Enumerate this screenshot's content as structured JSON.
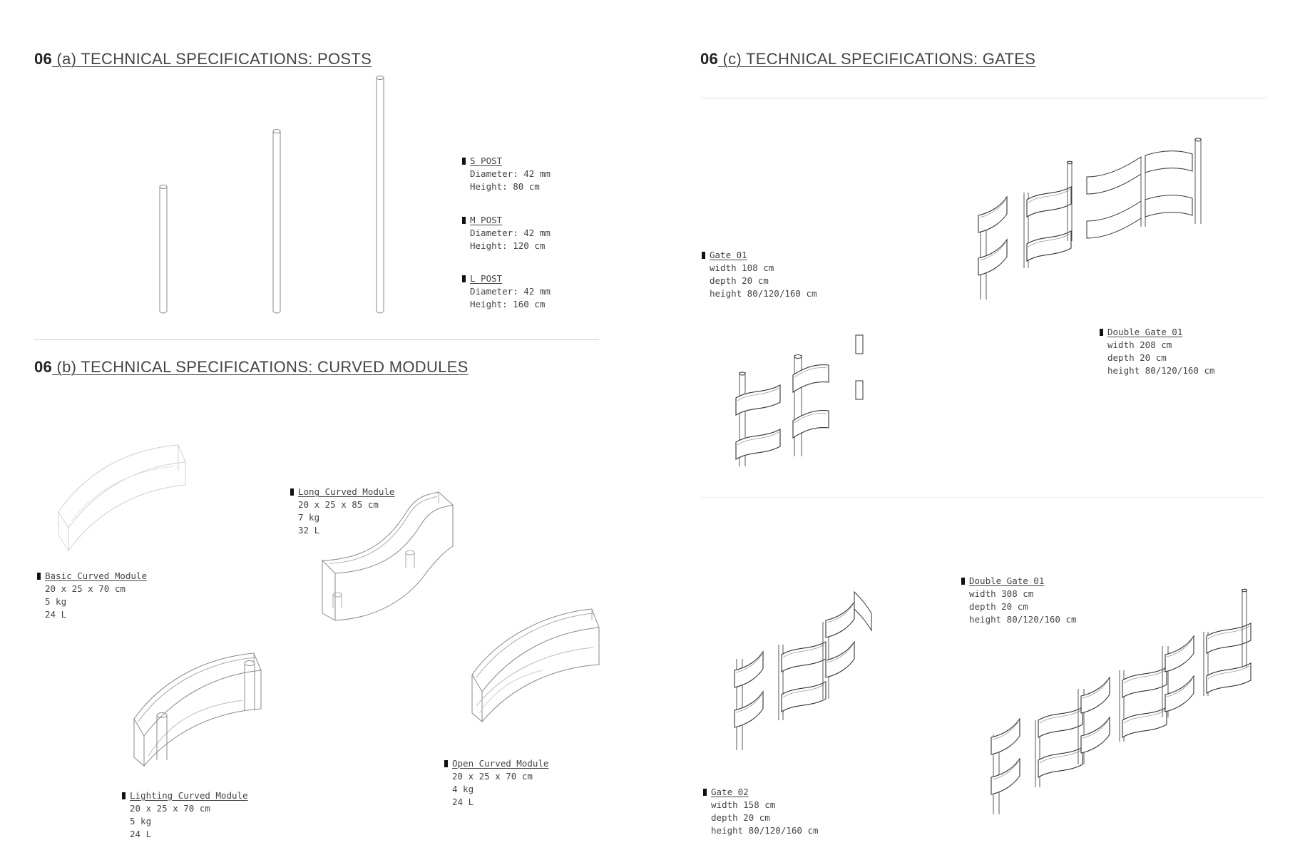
{
  "posts": {
    "heading_num": "06",
    "heading_text": " (a) TECHNICAL SPECIFICATIONS: POSTS",
    "items": [
      {
        "name": "S POST",
        "lines": [
          "Diameter: 42 mm",
          "Height: 80 cm"
        ]
      },
      {
        "name": "M POST",
        "lines": [
          "Diameter: 42 mm",
          "Height: 120 cm"
        ]
      },
      {
        "name": "L POST",
        "lines": [
          "Diameter: 42 mm",
          "Height: 160 cm"
        ]
      }
    ]
  },
  "modules": {
    "heading_num": "06",
    "heading_text": " (b) TECHNICAL SPECIFICATIONS: CURVED MODULES",
    "items": [
      {
        "name": "Long Curved Module",
        "lines": [
          "20 x 25 x 85 cm",
          "7 kg",
          "32 L"
        ]
      },
      {
        "name": "Basic Curved Module",
        "lines": [
          "20 x 25 x 70 cm",
          "5 kg",
          "24 L"
        ]
      },
      {
        "name": "Open Curved Module",
        "lines": [
          "20 x 25 x 70 cm",
          "4 kg",
          "24 L"
        ]
      },
      {
        "name": "Lighting Curved Module",
        "lines": [
          "20 x 25 x 70 cm",
          "5 kg",
          "24 L"
        ]
      }
    ]
  },
  "gates": {
    "heading_num": "06",
    "heading_text": " (c) TECHNICAL SPECIFICATIONS: GATES",
    "items": [
      {
        "name": "Gate 01 ",
        "lines": [
          "width 108 cm",
          "depth 20 cm",
          "height 80/120/160 cm"
        ]
      },
      {
        "name": "Double Gate 01 ",
        "lines": [
          "width 208 cm",
          "depth 20 cm",
          "height 80/120/160 cm"
        ]
      },
      {
        "name": "Double Gate 01 ",
        "lines": [
          "width 308 cm",
          "depth 20 cm",
          "height 80/120/160 cm"
        ]
      },
      {
        "name": "Gate 02 ",
        "lines": [
          "width 158 cm",
          "depth 20 cm",
          "height 80/120/160 cm"
        ]
      }
    ]
  }
}
